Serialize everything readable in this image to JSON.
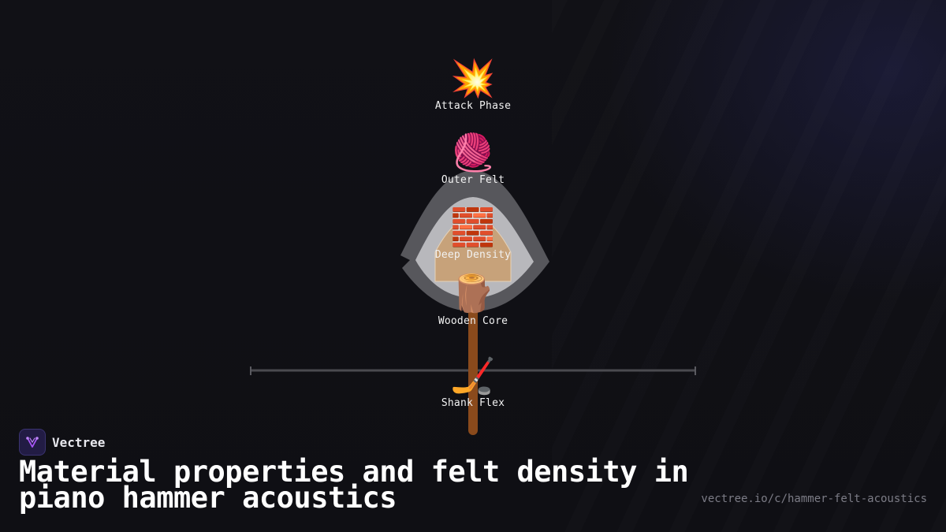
{
  "brand": {
    "name": "Vectree",
    "logo_icon": "branch-icon",
    "accent": "#a855f7"
  },
  "title": "Material properties and felt density in piano hammer acoustics",
  "url": "vectree.io/c/hammer-felt-acoustics",
  "nodes": [
    {
      "id": "attack",
      "label": "Attack Phase",
      "icon": "collision-icon",
      "emoji": "💥"
    },
    {
      "id": "felt",
      "label": "Outer Felt",
      "icon": "yarn-icon",
      "emoji": "🧶"
    },
    {
      "id": "density",
      "label": "Deep Density",
      "icon": "brick-icon",
      "emoji": "🧱"
    },
    {
      "id": "core",
      "label": "Wooden Core",
      "icon": "wood-icon",
      "emoji": "🪵"
    },
    {
      "id": "shank",
      "label": "Shank Flex",
      "icon": "hockey-stick-icon",
      "emoji": "🏒"
    }
  ],
  "colors": {
    "outer_felt": "#57575c",
    "inner_felt": "#b8b8bc",
    "core": "#c7a27a",
    "shank": "#8a4a1c",
    "axis": "#4a4a4f"
  }
}
